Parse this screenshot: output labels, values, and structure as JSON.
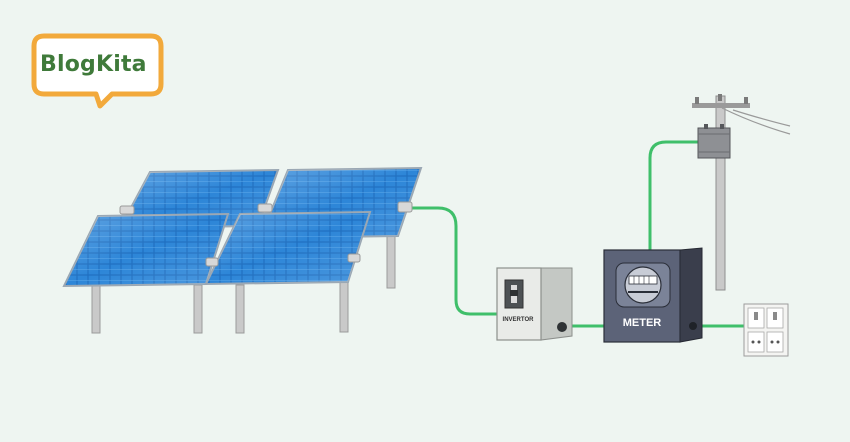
{
  "logo": {
    "text": "BlogKita",
    "color": "#3f7a3a",
    "bubble_color": "#f2a93b"
  },
  "labels": {
    "inverter": "INVERTOR",
    "meter": "METER"
  },
  "colors": {
    "background": "#eef5f1",
    "cable": "#3fbf6a",
    "panel": "#1f6fc0",
    "pole": "#c9c9c9"
  },
  "icons": [
    "solar-panel-icon",
    "inverter-switch-icon",
    "electric-meter-icon",
    "utility-pole-icon",
    "wall-socket-icon"
  ]
}
